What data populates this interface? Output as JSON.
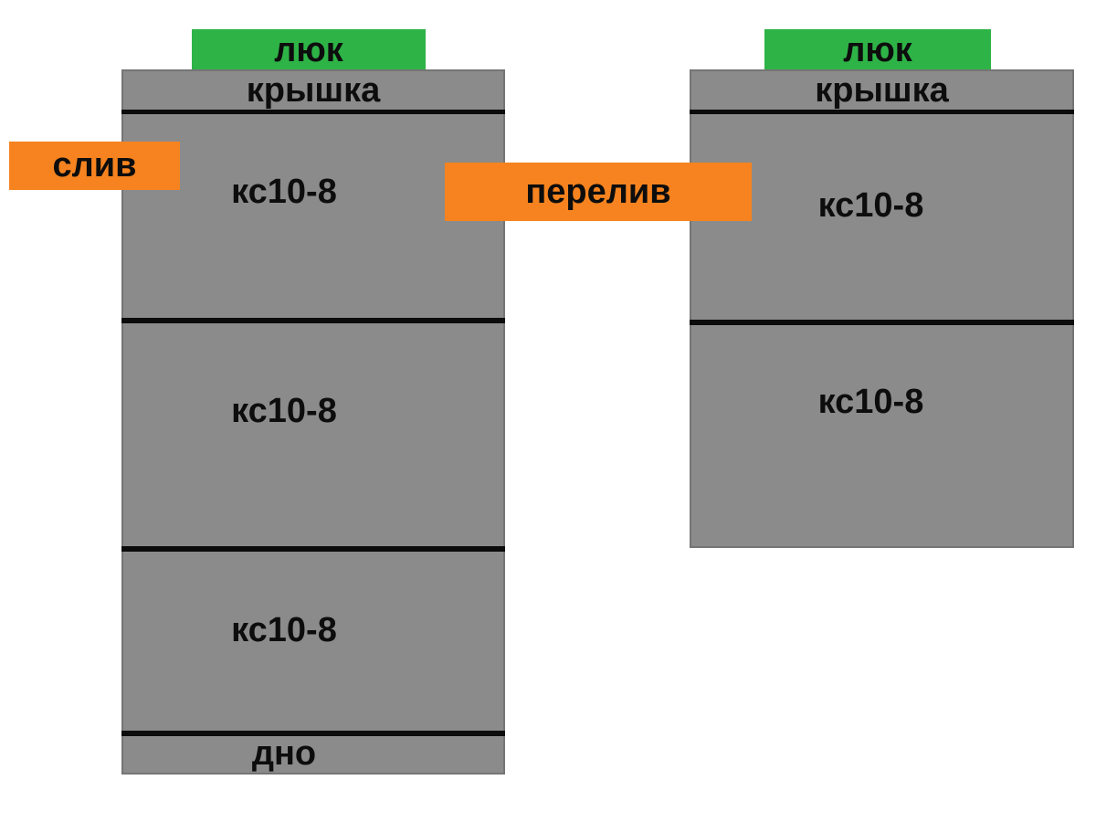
{
  "colors": {
    "tank_gray": "#8b8b8b",
    "tank_border_gray": "#757575",
    "hatch_green": "#2eb347",
    "pipe_orange": "#f6831f",
    "line_black": "#0c0c0c",
    "text_black": "#0d0d0d",
    "background": "#ffffff"
  },
  "left_tank": {
    "hatch_label": "люк",
    "cover_label": "крышка",
    "ring_labels": [
      "кс10-8",
      "кс10-8",
      "кс10-8"
    ],
    "bottom_label": "дно"
  },
  "right_tank": {
    "hatch_label": "люк",
    "cover_label": "крышка",
    "ring_labels": [
      "кс10-8",
      "кс10-8"
    ]
  },
  "pipes": {
    "drain_label": "слив",
    "overflow_label": "перелив"
  }
}
